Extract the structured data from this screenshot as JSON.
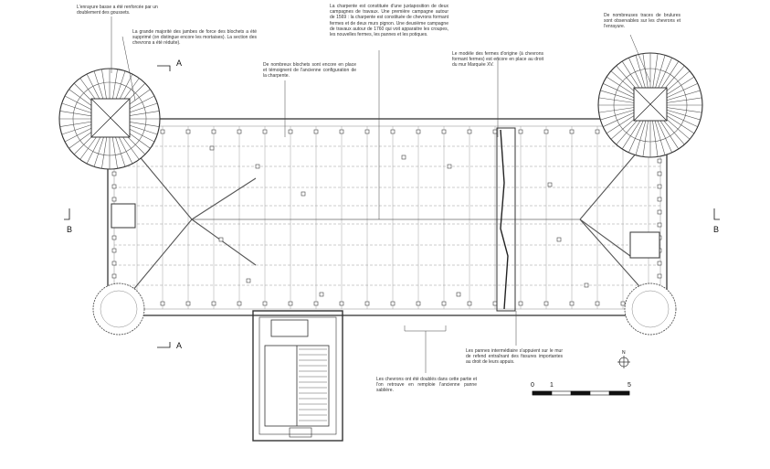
{
  "annotations": {
    "enrayure": "L'enrayure basse a été renforcée par un doublement des goussets.",
    "jambes": "La grande majorité des jambes de force des blochets a été supprimé (on distingue encore les mortaises). La section des chevrons a été réduite).",
    "charpente": "La charpente est constituée d'une juxtaposition de deux campagnes de travaux. Une première campagne autour de 1569 : la charpente est constituée de chevrons formant fermes et de deux murs pignon. Une deuxième campagne de travaux autour de 1760 qui voit apparaitre les croupes, les nouvelles fermes, les pannes et les potiques.",
    "traces": "De nombreuses traces de brulures sont observables sur les chevrons et l'enrayure.",
    "blochets": "De nombreux blochets sont encore en place et témoignent de l'ancienne configuration de la charpente.",
    "modele": "Le modèle des fermes d'origine (à chevrons formant fermes) est encore en place au droit du mur Marquée XV.",
    "pannes": "Les pannes intermédiaire s'appuient sur le mur de refend entraînant des fissures importantes au droit de leurs appuis.",
    "doubles": "Les chevrons ont été doublés dans cette partie et l'on retrouve en remploie l'ancienne panne sablière."
  },
  "section_marks": {
    "a_top": "A",
    "a_bottom": "A",
    "b_left": "B",
    "b_right": "B"
  },
  "scale": {
    "tick0": "0",
    "tick1": "1",
    "tick5": "5"
  },
  "north": {
    "label": "N"
  },
  "colors": {
    "line": "#333333",
    "grid": "#9a9a9a",
    "paper": "#ffffff"
  }
}
